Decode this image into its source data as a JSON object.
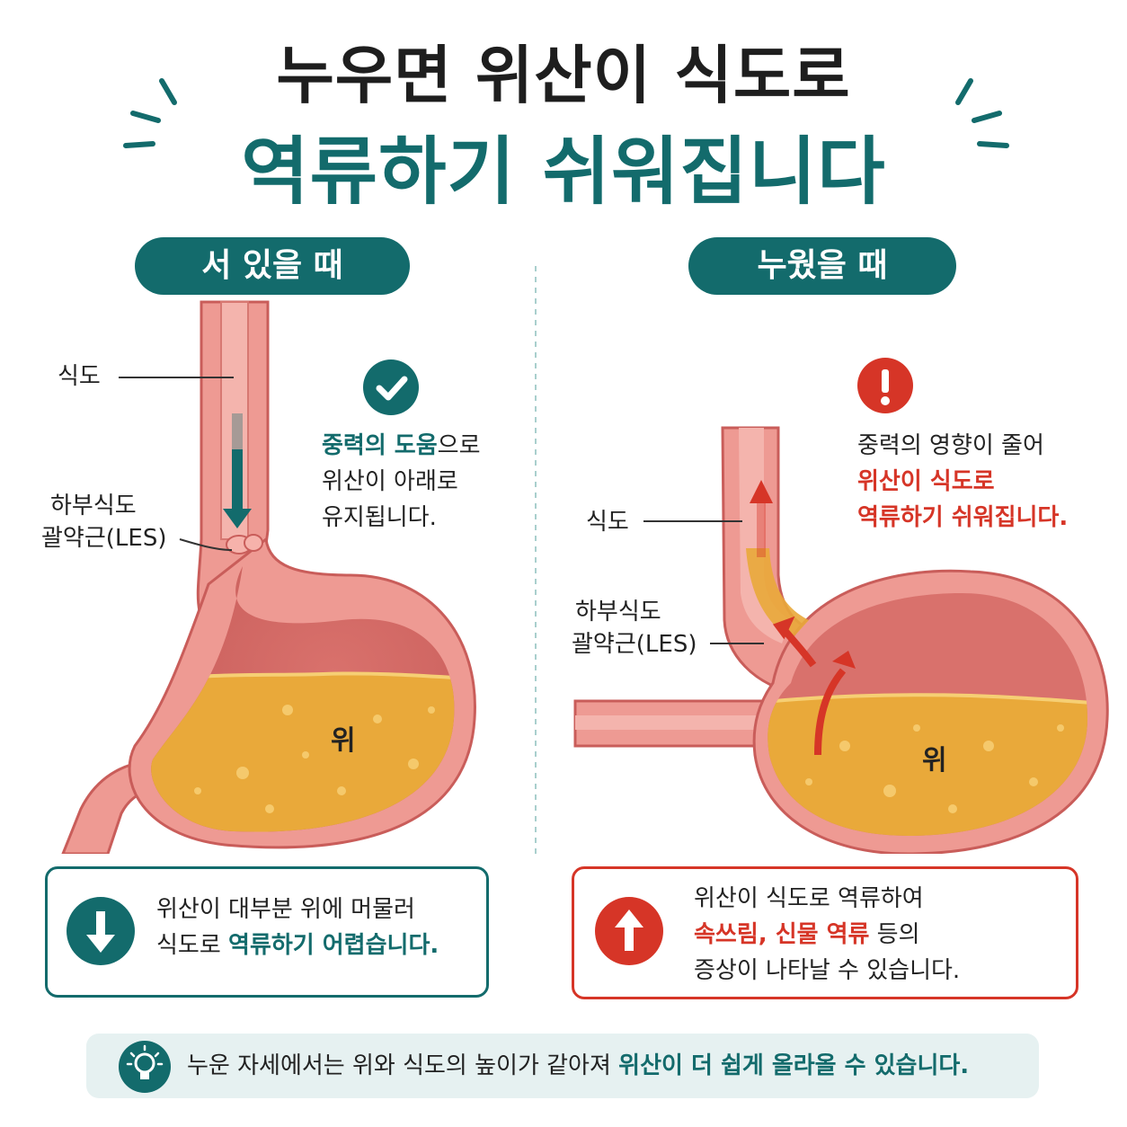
{
  "title": {
    "line1": "누우면 위산이 식도로",
    "line2": "역류하기 쉬워집니다"
  },
  "left": {
    "header": "서 있을 때",
    "label_esophagus": "식도",
    "label_les_line1": "하부식도",
    "label_les_line2": "괄약근(LES)",
    "label_stomach": "위",
    "note_part1_highlight": "중력의 도움",
    "note_part1_rest": "으로",
    "note_line2": "위산이 아래로",
    "note_line3": "유지됩니다.",
    "status_icon": "check-icon",
    "box_line1": "위산이 대부분 위에 머물러",
    "box_line2_plain": "식도로 ",
    "box_line2_highlight": "역류하기 어렵습니다.",
    "box_icon": "arrow-down-icon"
  },
  "right": {
    "header": "누웠을 때",
    "label_esophagus": "식도",
    "label_les_line1": "하부식도",
    "label_les_line2": "괄약근(LES)",
    "label_stomach": "위",
    "note_line1": "중력의 영향이 줄어",
    "note_line2": "위산이 식도로",
    "note_line3": "역류하기 쉬워집니다.",
    "status_icon": "exclamation-icon",
    "box_line1": "위산이 식도로 역류하여",
    "box_line2_highlight": "속쓰림, 신물 역류",
    "box_line2_plain": " 등의",
    "box_line3": "증상이 나타날 수 있습니다.",
    "box_icon": "arrow-up-icon"
  },
  "tip": {
    "icon": "lightbulb-icon",
    "text_plain": "누운 자세에서는 위와 식도의 높이가 같아져 ",
    "text_highlight": "위산이 더 쉽게 올라올 수 있습니다."
  },
  "colors": {
    "teal": "#136b6c",
    "red": "#d63527",
    "tissue": "#ee9a93",
    "acid": "#e9a93a"
  }
}
